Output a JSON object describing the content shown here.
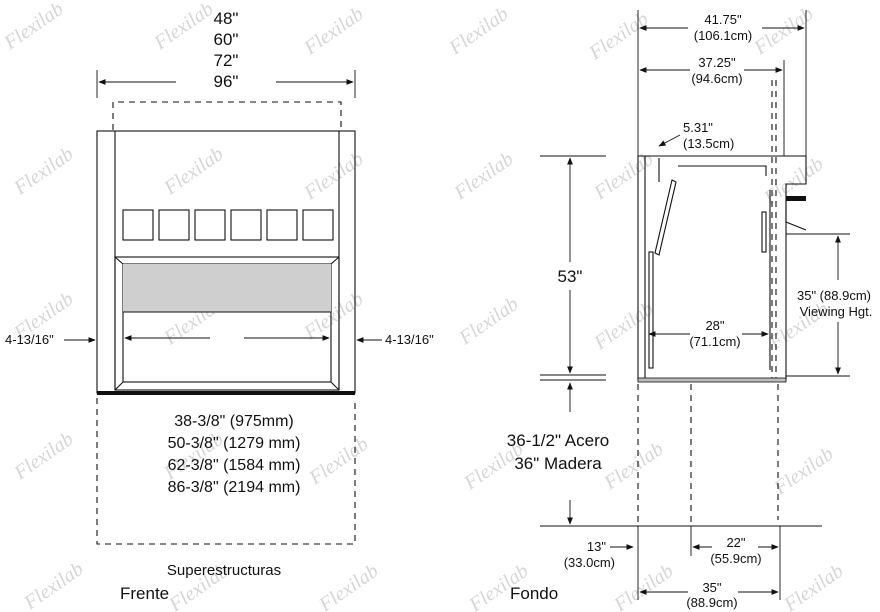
{
  "watermark": "Flexilab",
  "front": {
    "caption": "Frente",
    "sub_caption": "Superestructuras",
    "widths": [
      "48\"",
      "60\"",
      "72\"",
      "96\""
    ],
    "side_dims": {
      "left": "4-13/16\"",
      "right": "4-13/16\""
    },
    "base_widths": [
      "38-3/8\" (975mm)",
      "50-3/8\" (1279 mm)",
      "62-3/8\" (1584 mm)",
      "86-3/8\" (2194 mm)"
    ]
  },
  "side": {
    "caption": "Fondo",
    "depth_overall": {
      "in": "41.75\"",
      "cm": "(106.1cm)"
    },
    "depth_inner": {
      "in": "37.25\"",
      "cm": "(94.6cm)"
    },
    "baffle": {
      "in": "5.31\"",
      "cm": "(13.5cm)"
    },
    "height": "53\"",
    "interior_depth": {
      "in": "28\"",
      "cm": "(71.1cm)"
    },
    "viewing_height": {
      "value": "35\" (88.9cm)",
      "label": "Viewing Hgt."
    },
    "base_height": {
      "steel": "36-1/2\" Acero",
      "wood": "36\" Madera"
    },
    "toe": {
      "in": "13\"",
      "cm": "(33.0cm)"
    },
    "base_depth_a": {
      "in": "22\"",
      "cm": "(55.9cm)"
    },
    "base_depth_b": {
      "in": "35\"",
      "cm": "(88.9cm)"
    }
  }
}
